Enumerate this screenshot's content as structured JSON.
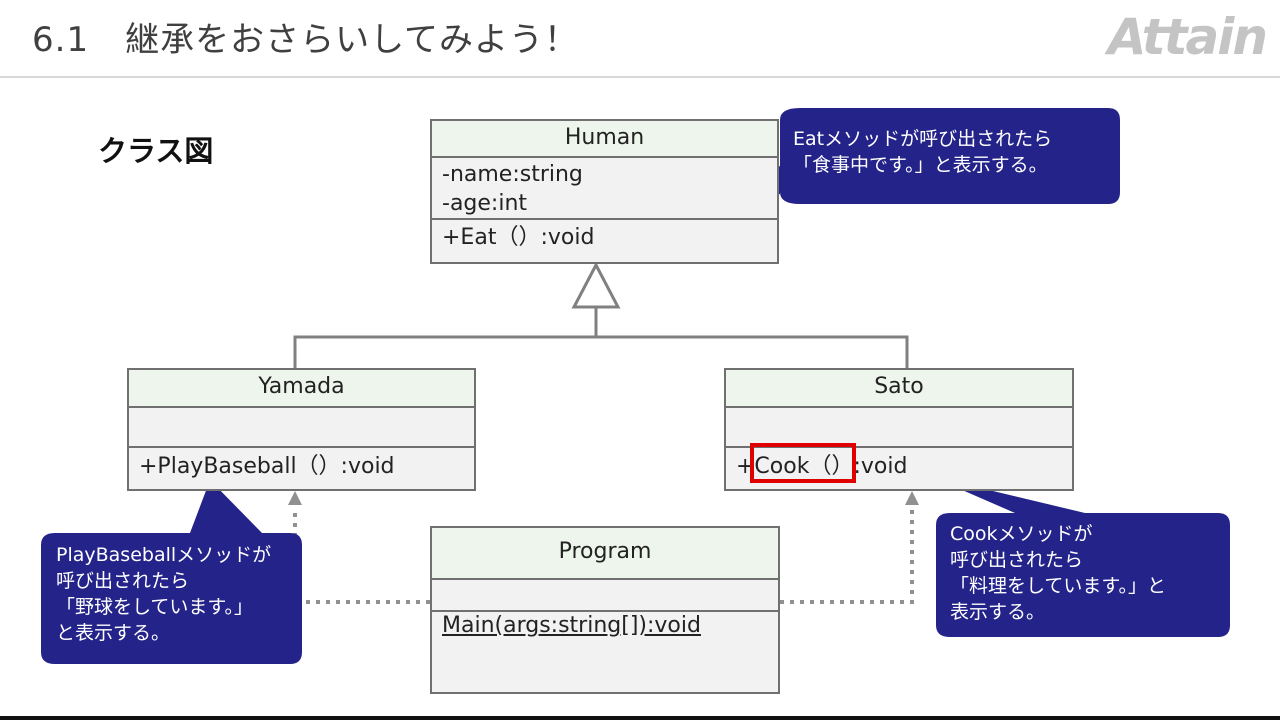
{
  "header": {
    "number": "6.1",
    "title": "継承をおさらいしてみよう！",
    "logo": "Attain"
  },
  "section_label": "クラス図",
  "classes": {
    "human": {
      "name": "Human",
      "attributes": [
        "-name:string",
        "-age:int"
      ],
      "operations": [
        "+Eat（）:void"
      ]
    },
    "yamada": {
      "name": "Yamada",
      "attributes": [],
      "operations": [
        "+PlayBaseball（）:void"
      ]
    },
    "sato": {
      "name": "Sato",
      "attributes": [],
      "operations": [
        "+Cook（）:void"
      ]
    },
    "program": {
      "name": "Program",
      "attributes": [],
      "operations": [
        "Main(args:string[]):void"
      ]
    }
  },
  "callouts": {
    "eat": "Eatメソッドが呼び出されたら\n「食事中です。」と表示する。",
    "play": "PlayBaseballメソッドが\n呼び出されたら\n「野球をしています。」\nと表示する。",
    "cook": "Cookメソッドが\n呼び出されたら\n「料理をしています。」と\n表示する。"
  },
  "colors": {
    "callout_fill": "#23238a",
    "class_border": "#707070",
    "class_name_fill": "#eef5ec",
    "class_body_fill": "#f2f2f2",
    "highlight": "#e00000",
    "connector": "#808080"
  }
}
